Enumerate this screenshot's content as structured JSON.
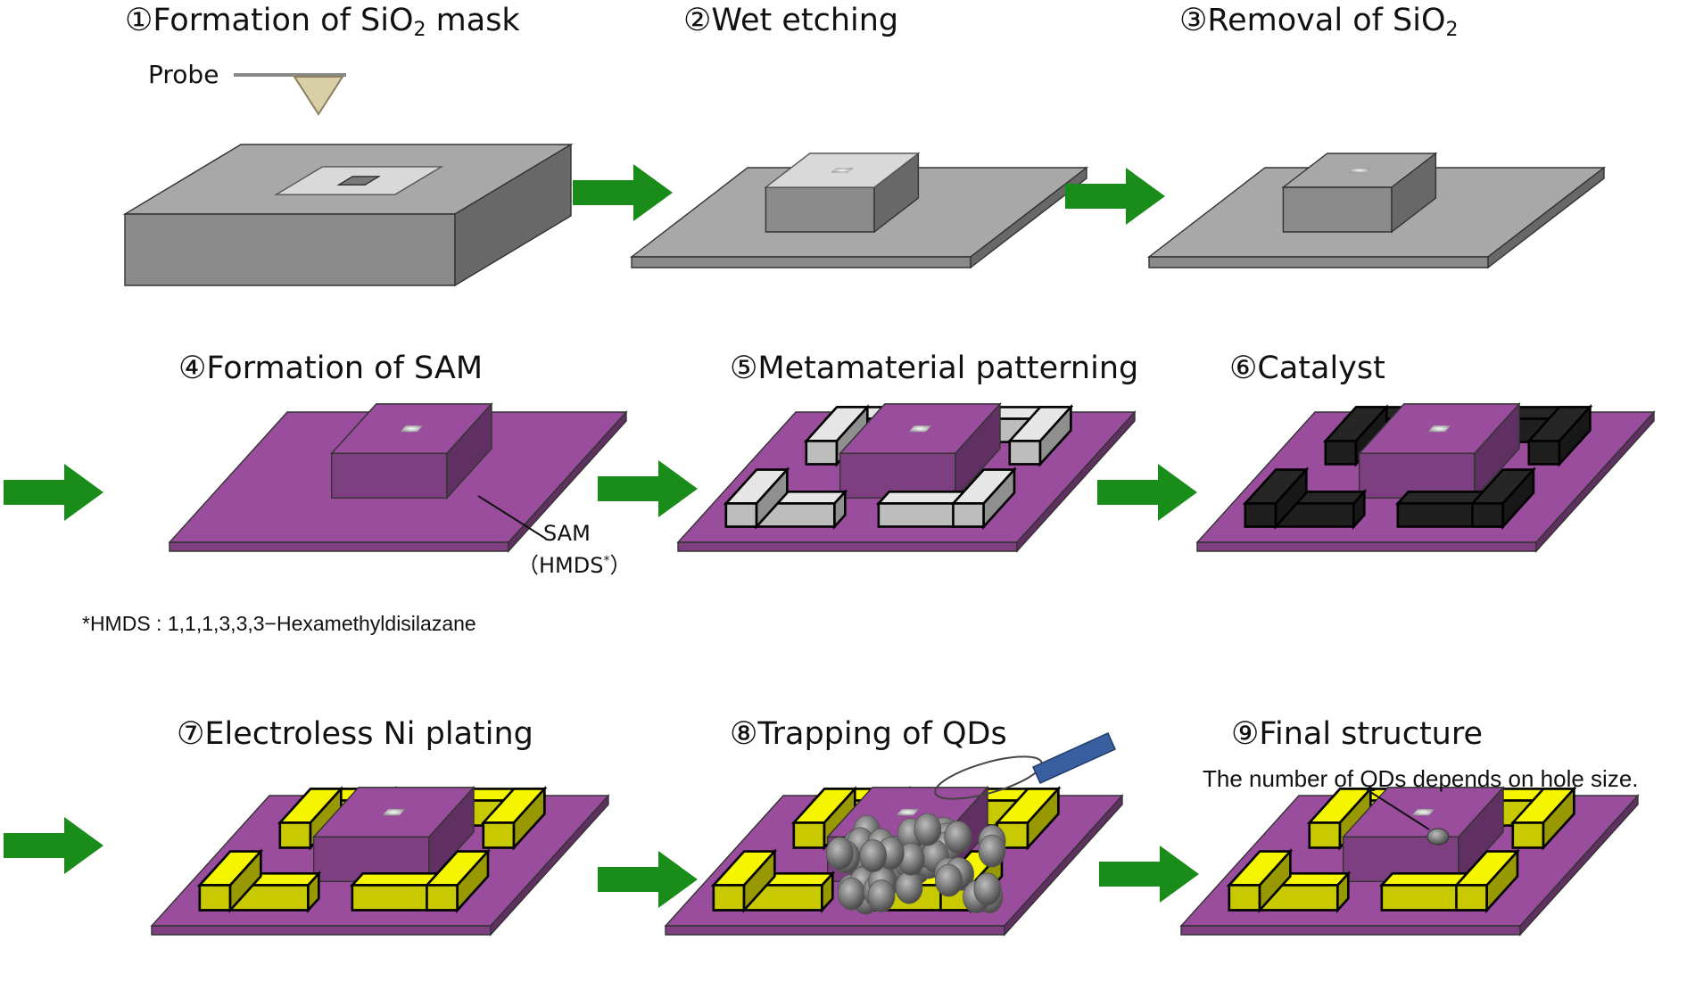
{
  "steps": [
    {
      "number": "①",
      "title": "Formation of SiO",
      "sub": "2",
      "suffix": " mask"
    },
    {
      "number": "②",
      "title": "Wet etching",
      "sub": "",
      "suffix": ""
    },
    {
      "number": "③",
      "title": "Removal of SiO",
      "sub": "2",
      "suffix": ""
    },
    {
      "number": "④",
      "title": "Formation of SAM",
      "sub": "",
      "suffix": ""
    },
    {
      "number": "⑤",
      "title": "Metamaterial patterning",
      "sub": "",
      "suffix": ""
    },
    {
      "number": "⑥",
      "title": "Catalyst",
      "sub": "",
      "suffix": ""
    },
    {
      "number": "⑦",
      "title": "Electroless Ni plating",
      "sub": "",
      "suffix": ""
    },
    {
      "number": "⑧",
      "title": "Trapping of QDs",
      "sub": "",
      "suffix": ""
    },
    {
      "number": "⑨",
      "title": "Final structure",
      "sub": "",
      "suffix": ""
    }
  ],
  "labels": {
    "probe": "Probe",
    "sam": "SAM",
    "sam_detail": "（HMDS",
    "sam_detail_sup": "*",
    "sam_detail_close": "）",
    "hmds_footnote": "*HMDS : 1,1,1,3,3,3−Hexamethyldisilazane",
    "qd_note": "The number of QDs depends on hole size."
  },
  "colors": {
    "substrate_gray": "#a8a8a8",
    "mask_light": "#d9d9d9",
    "sam_purple": "#9a4d9c",
    "pattern_light": "#e6e6e6",
    "catalyst_black": "#262626",
    "nickel_yellow": "#f5f500",
    "arrow_green": "#1a8c1a",
    "pipette_blue": "#3a5fa0"
  },
  "icons": [
    "arrow-right-icon",
    "probe-tip-icon",
    "pipette-icon"
  ]
}
